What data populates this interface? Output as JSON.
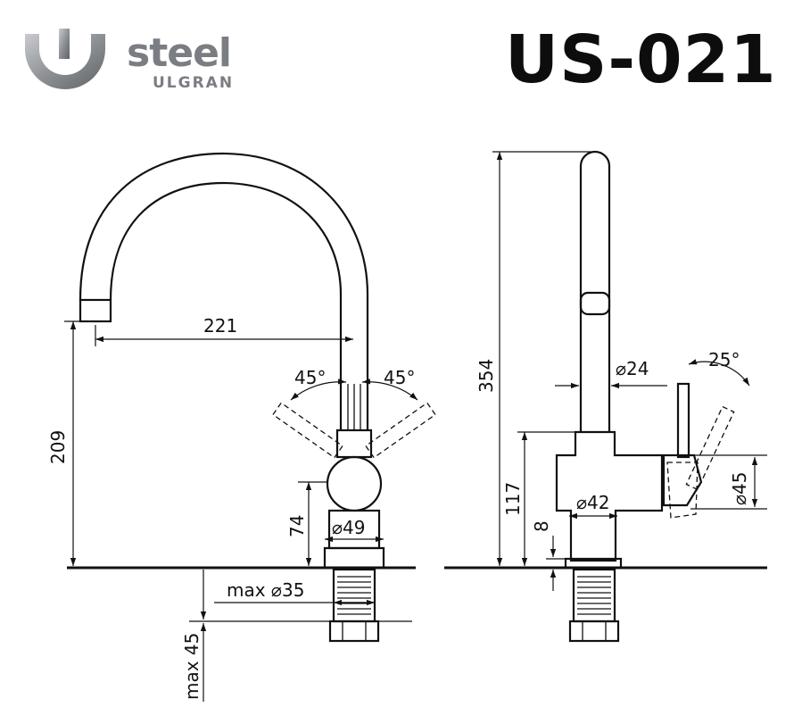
{
  "brand": {
    "name": "steel",
    "sub": "ULGRAN",
    "color": "#7a7d82"
  },
  "model": "US-021",
  "dimensions": {
    "spout_reach": "221",
    "spout_height": "209",
    "body_height": "74",
    "body_diameter": "⌀49",
    "hole_diameter": "max ⌀35",
    "counter_thickness": "max 45",
    "handle_angle_left": "45°",
    "handle_angle_right": "45°",
    "total_height": "354",
    "spout_diameter": "⌀24",
    "handle_tilt": "25°",
    "base_diameter": "⌀42",
    "handle_height": "117",
    "base_gap": "8",
    "handle_diameter": "⌀45"
  }
}
